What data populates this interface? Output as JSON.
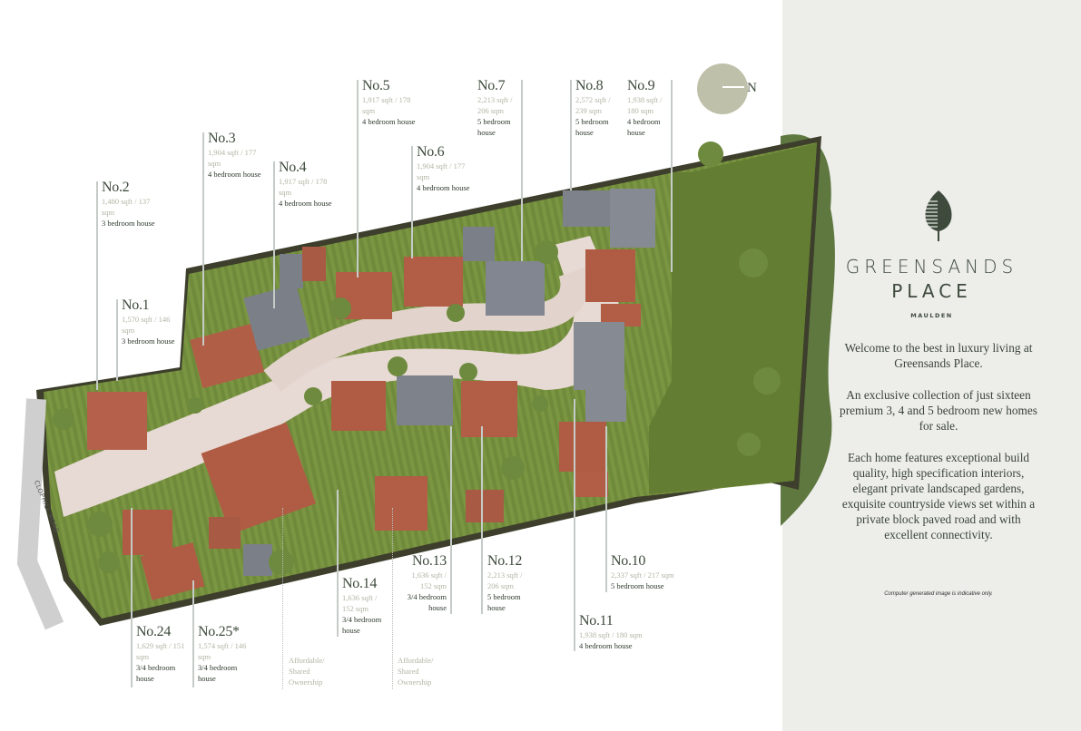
{
  "compass": {
    "label": "N",
    "color": "#bfc0aa"
  },
  "road_label": "CLOPHILL ROAD",
  "plots": [
    {
      "no": "No.1",
      "size": "1,570 sqft / 146 sqm",
      "type": "3 bedroom house"
    },
    {
      "no": "No.2",
      "size": "1,480 sqft / 137 sqm",
      "type": "3 bedroom house"
    },
    {
      "no": "No.3",
      "size": "1,904 sqft / 177 sqm",
      "type": "4 bedroom house"
    },
    {
      "no": "No.4",
      "size": "1,917 sqft / 178 sqm",
      "type": "4 bedroom house"
    },
    {
      "no": "No.5",
      "size": "1,917 sqft / 178 sqm",
      "type": "4 bedroom house"
    },
    {
      "no": "No.6",
      "size": "1,904 sqft / 177 sqm",
      "type": "4 bedroom house"
    },
    {
      "no": "No.7",
      "size": "2,213 sqft / 206 sqm",
      "type": "5 bedroom house"
    },
    {
      "no": "No.8",
      "size": "2,572 sqft / 239 sqm",
      "type": "5 bedroom house"
    },
    {
      "no": "No.9",
      "size": "1,938 sqft / 180 sqm",
      "type": "4 bedroom house"
    },
    {
      "no": "No.10",
      "size": "2,337 sqft / 217 sqm",
      "type": "5 bedroom house"
    },
    {
      "no": "No.11",
      "size": "1,938 sqft / 180 sqm",
      "type": "4 bedroom house"
    },
    {
      "no": "No.12",
      "size": "2,213 sqft / 206 sqm",
      "type": "5 bedroom house"
    },
    {
      "no": "No.13",
      "size": "1,636 sqft / 152 sqm",
      "type": "3/4 bedroom house"
    },
    {
      "no": "No.14",
      "size": "1,636 sqft / 152 sqm",
      "type": "3/4 bedroom house"
    },
    {
      "no": "No.24",
      "size": "1,629 sqft / 151 sqm",
      "type": "3/4 bedroom house"
    },
    {
      "no": "No.25*",
      "size": "1,574 sqft / 146 sqm",
      "type": "3/4 bedroom house"
    }
  ],
  "affordable_label": "Affordable/ Shared Ownership",
  "brand": {
    "name_line1": "GREENSANDS",
    "name_line2": "PLACE",
    "location": "MAULDEN",
    "color": "#3d4a3c",
    "logo_icon": "leaf-icon"
  },
  "intro": [
    "Welcome to the best in luxury living at Greensands Place.",
    "An exclusive collection of just sixteen premium 3, 4 and 5 bedroom new homes for sale.",
    "Each home features exceptional build quality, high specification interiors, elegant private landscaped gardens, exquisite countryside views set within a private block paved road and with excellent connectivity."
  ],
  "disclaimer": "Computer generated image is indicative only."
}
